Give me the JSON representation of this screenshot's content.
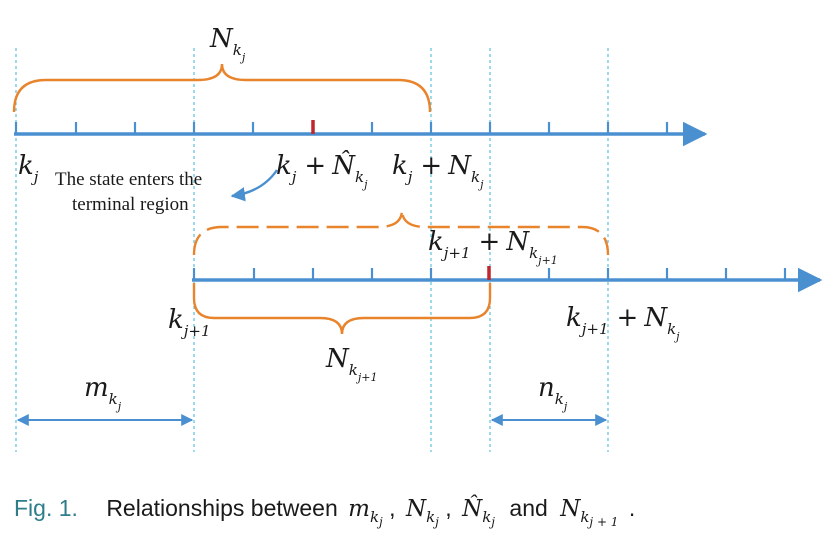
{
  "colors": {
    "axis": "#4a90d0",
    "brace": "#e8842c",
    "marker": "#c0262d",
    "guide": "#5bc0de",
    "caption_label": "#2e7d8a"
  },
  "labels": {
    "brace_top": {
      "base": "N",
      "sub1": "k",
      "sub2": "j"
    },
    "k_j": {
      "base": "k",
      "sub1": "j"
    },
    "k_j_plus_nhat": {
      "base": "k",
      "sub1": "j",
      "plus": "+",
      "term": "N̂",
      "tsub1": "k",
      "tsub2": "j"
    },
    "k_j_plus_n": {
      "base": "k",
      "sub1": "j",
      "plus": "+",
      "term": "N",
      "tsub1": "k",
      "tsub2": "j"
    },
    "k_j1_plus_n_j1": {
      "base": "k",
      "sub1": "j+1",
      "plus": "+",
      "term": "N",
      "tsub1": "k",
      "tsub2": "j+1"
    },
    "k_j1": {
      "base": "k",
      "sub1": "j+1"
    },
    "k_j1_plus_n_j": {
      "base": "k",
      "sub1": "j+1",
      "plus": "+",
      "term": "N",
      "tsub1": "k",
      "tsub2": "j"
    },
    "brace_bottom": {
      "base": "N",
      "sub1": "k",
      "sub2": "j+1"
    },
    "m": {
      "base": "m",
      "sub1": "k",
      "sub2": "j"
    },
    "n": {
      "base": "n",
      "sub1": "k",
      "sub2": "j"
    }
  },
  "annotation": {
    "line1": "The state enters the",
    "line2": "terminal region"
  },
  "caption": {
    "label": "Fig. 1.",
    "text": "Relationships between",
    "sym_m": "m",
    "sym_n": "N",
    "sym_nhat": "N̂",
    "sym_k": "k",
    "sym_j": "j",
    "sym_j1": "j + 1",
    "comma": ",",
    "and": "and",
    "period": "."
  }
}
